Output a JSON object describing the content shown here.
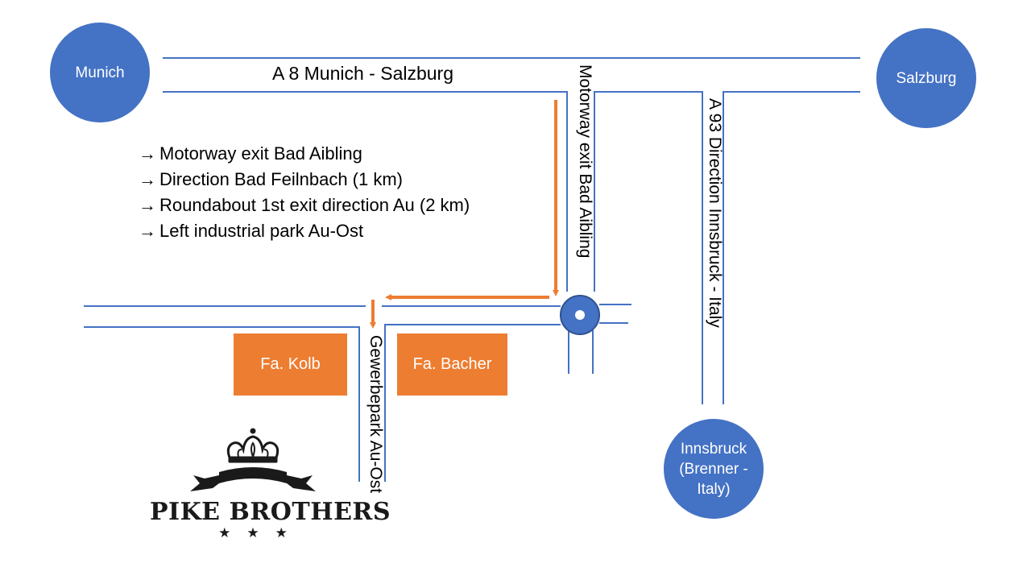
{
  "cities": {
    "munich": "Munich",
    "salzburg": "Salzburg",
    "innsbruck": [
      "Innsbruck",
      "(Brenner -",
      "Italy)"
    ]
  },
  "roads": {
    "a8": "A 8 Munich - Salzburg",
    "exit": "Motorway exit Bad Aibling",
    "a93": "A 93 Direction Innsbruck - Italy",
    "gewerbepark": "Gewerbepark Au-Ost"
  },
  "directions": [
    {
      "arrow": "→",
      "text": "Motorway exit Bad Aibling"
    },
    {
      "arrow": "→",
      "text": "Direction Bad Feilnbach (1 km)"
    },
    {
      "arrow": "→",
      "text": "Roundabout 1st exit direction Au (2 km)"
    },
    {
      "arrow": "→",
      "text": "Left industrial park Au-Ost"
    }
  ],
  "businesses": {
    "kolb": "Fa. Kolb",
    "bacher": "Fa. Bacher"
  },
  "logo": {
    "text": "PIKE BROTHERS",
    "stars": "★★★"
  },
  "colors": {
    "road": "#4472c4",
    "city": "#4472c4",
    "route": "#ed7d31",
    "box": "#ed7d31"
  },
  "icons": {
    "roundabout": "roundabout-icon",
    "crown": "crown-icon"
  }
}
